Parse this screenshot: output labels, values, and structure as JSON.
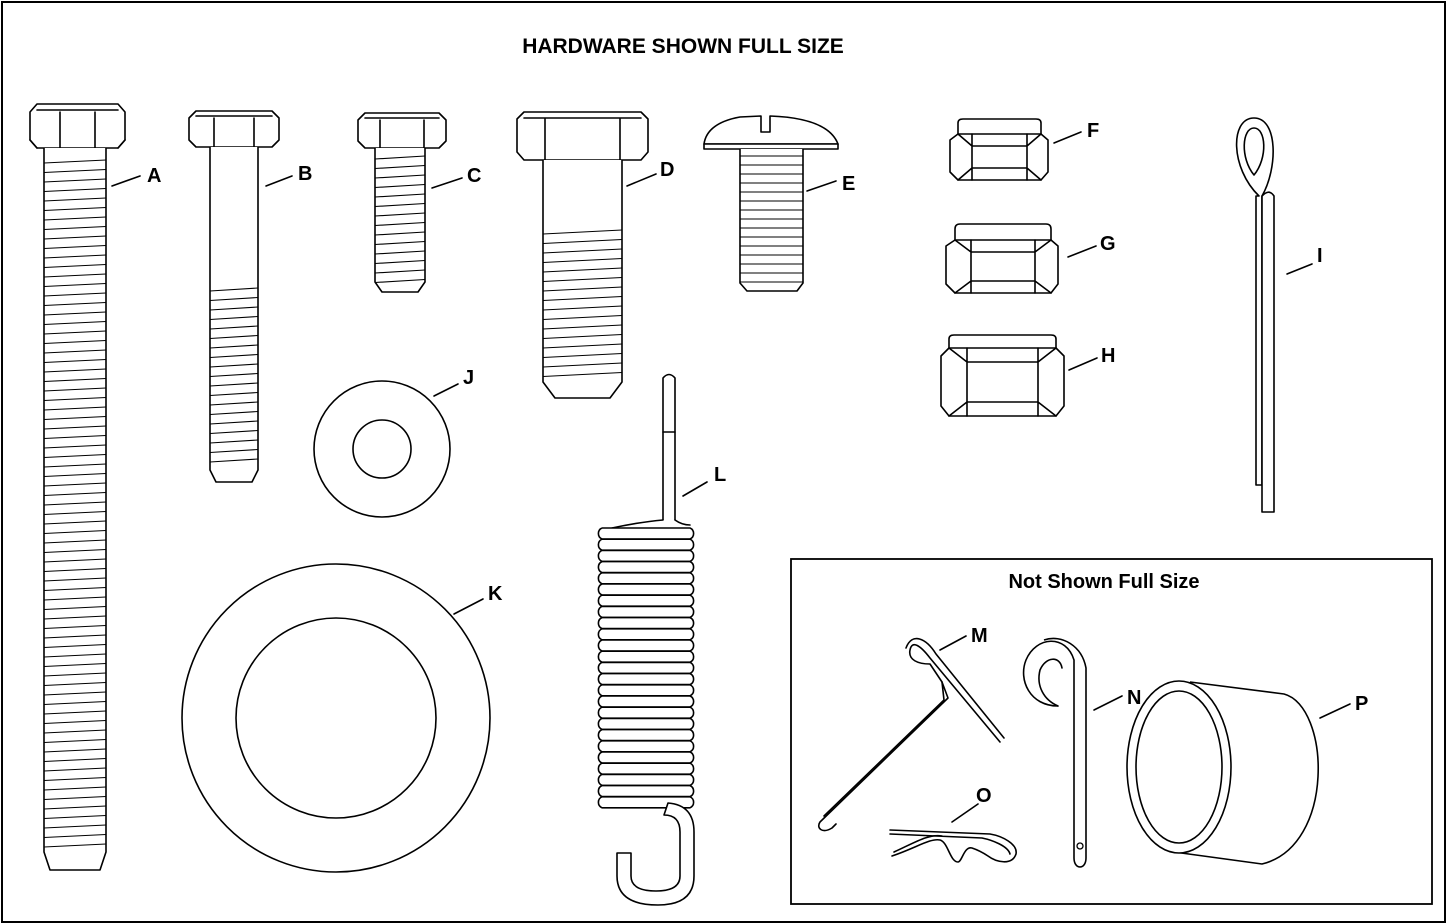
{
  "title": "HARDWARE SHOWN FULL SIZE",
  "inset_title": "Not Shown Full Size",
  "parts": {
    "A": "A",
    "B": "B",
    "C": "C",
    "D": "D",
    "E": "E",
    "F": "F",
    "G": "G",
    "H": "H",
    "I": "I",
    "J": "J",
    "K": "K",
    "L": "L",
    "M": "M",
    "N": "N",
    "O": "O",
    "P": "P"
  }
}
